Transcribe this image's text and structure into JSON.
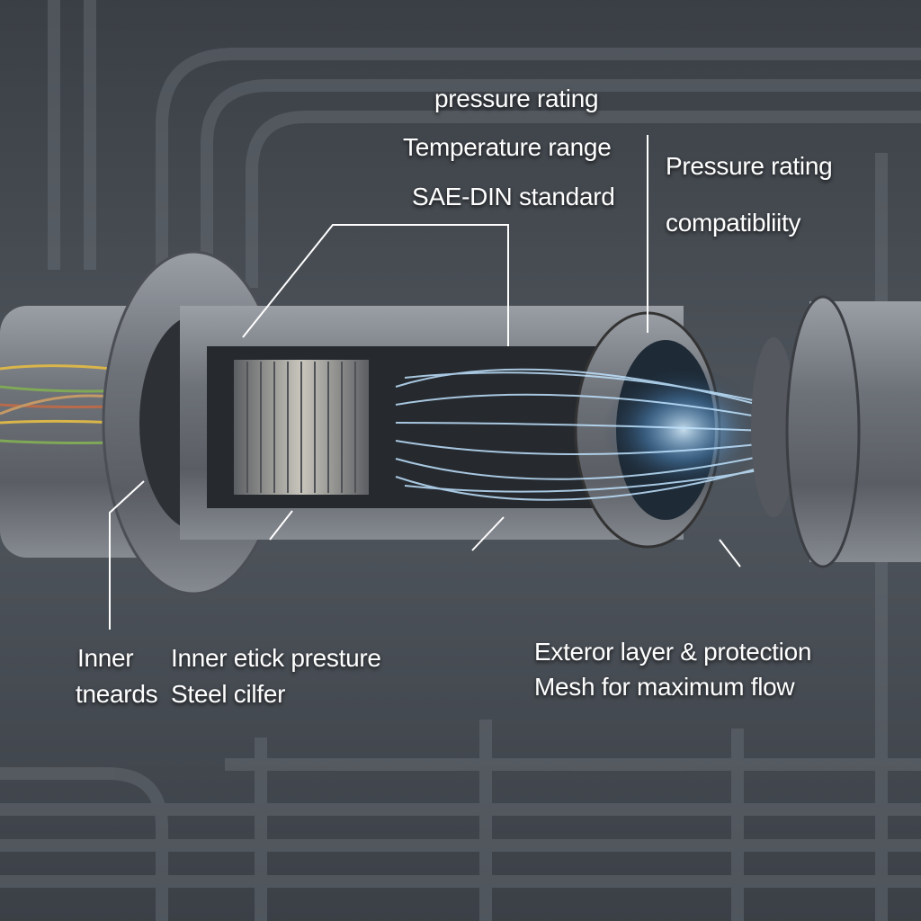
{
  "labels": {
    "top_pressure_rating": "pressure rating",
    "temperature_range": "Temperature range",
    "sae_din_standard": "SAE-DIN standard",
    "right_pressure_rating": "Pressure rating",
    "compatibility": "compatibliity",
    "inner_line1": "Inner",
    "inner_line2": "tneards",
    "inner_thick_line1": "Inner etick presture",
    "inner_thick_line2": "Steel cilfer",
    "exterior_line1": "Exteror layer & protection",
    "exterior_line2": "Mesh for maximum flow"
  },
  "colors": {
    "background": "#3f454c",
    "metal": "#7d8189",
    "flow": "#bfe3ff",
    "label": "#ffffff"
  }
}
